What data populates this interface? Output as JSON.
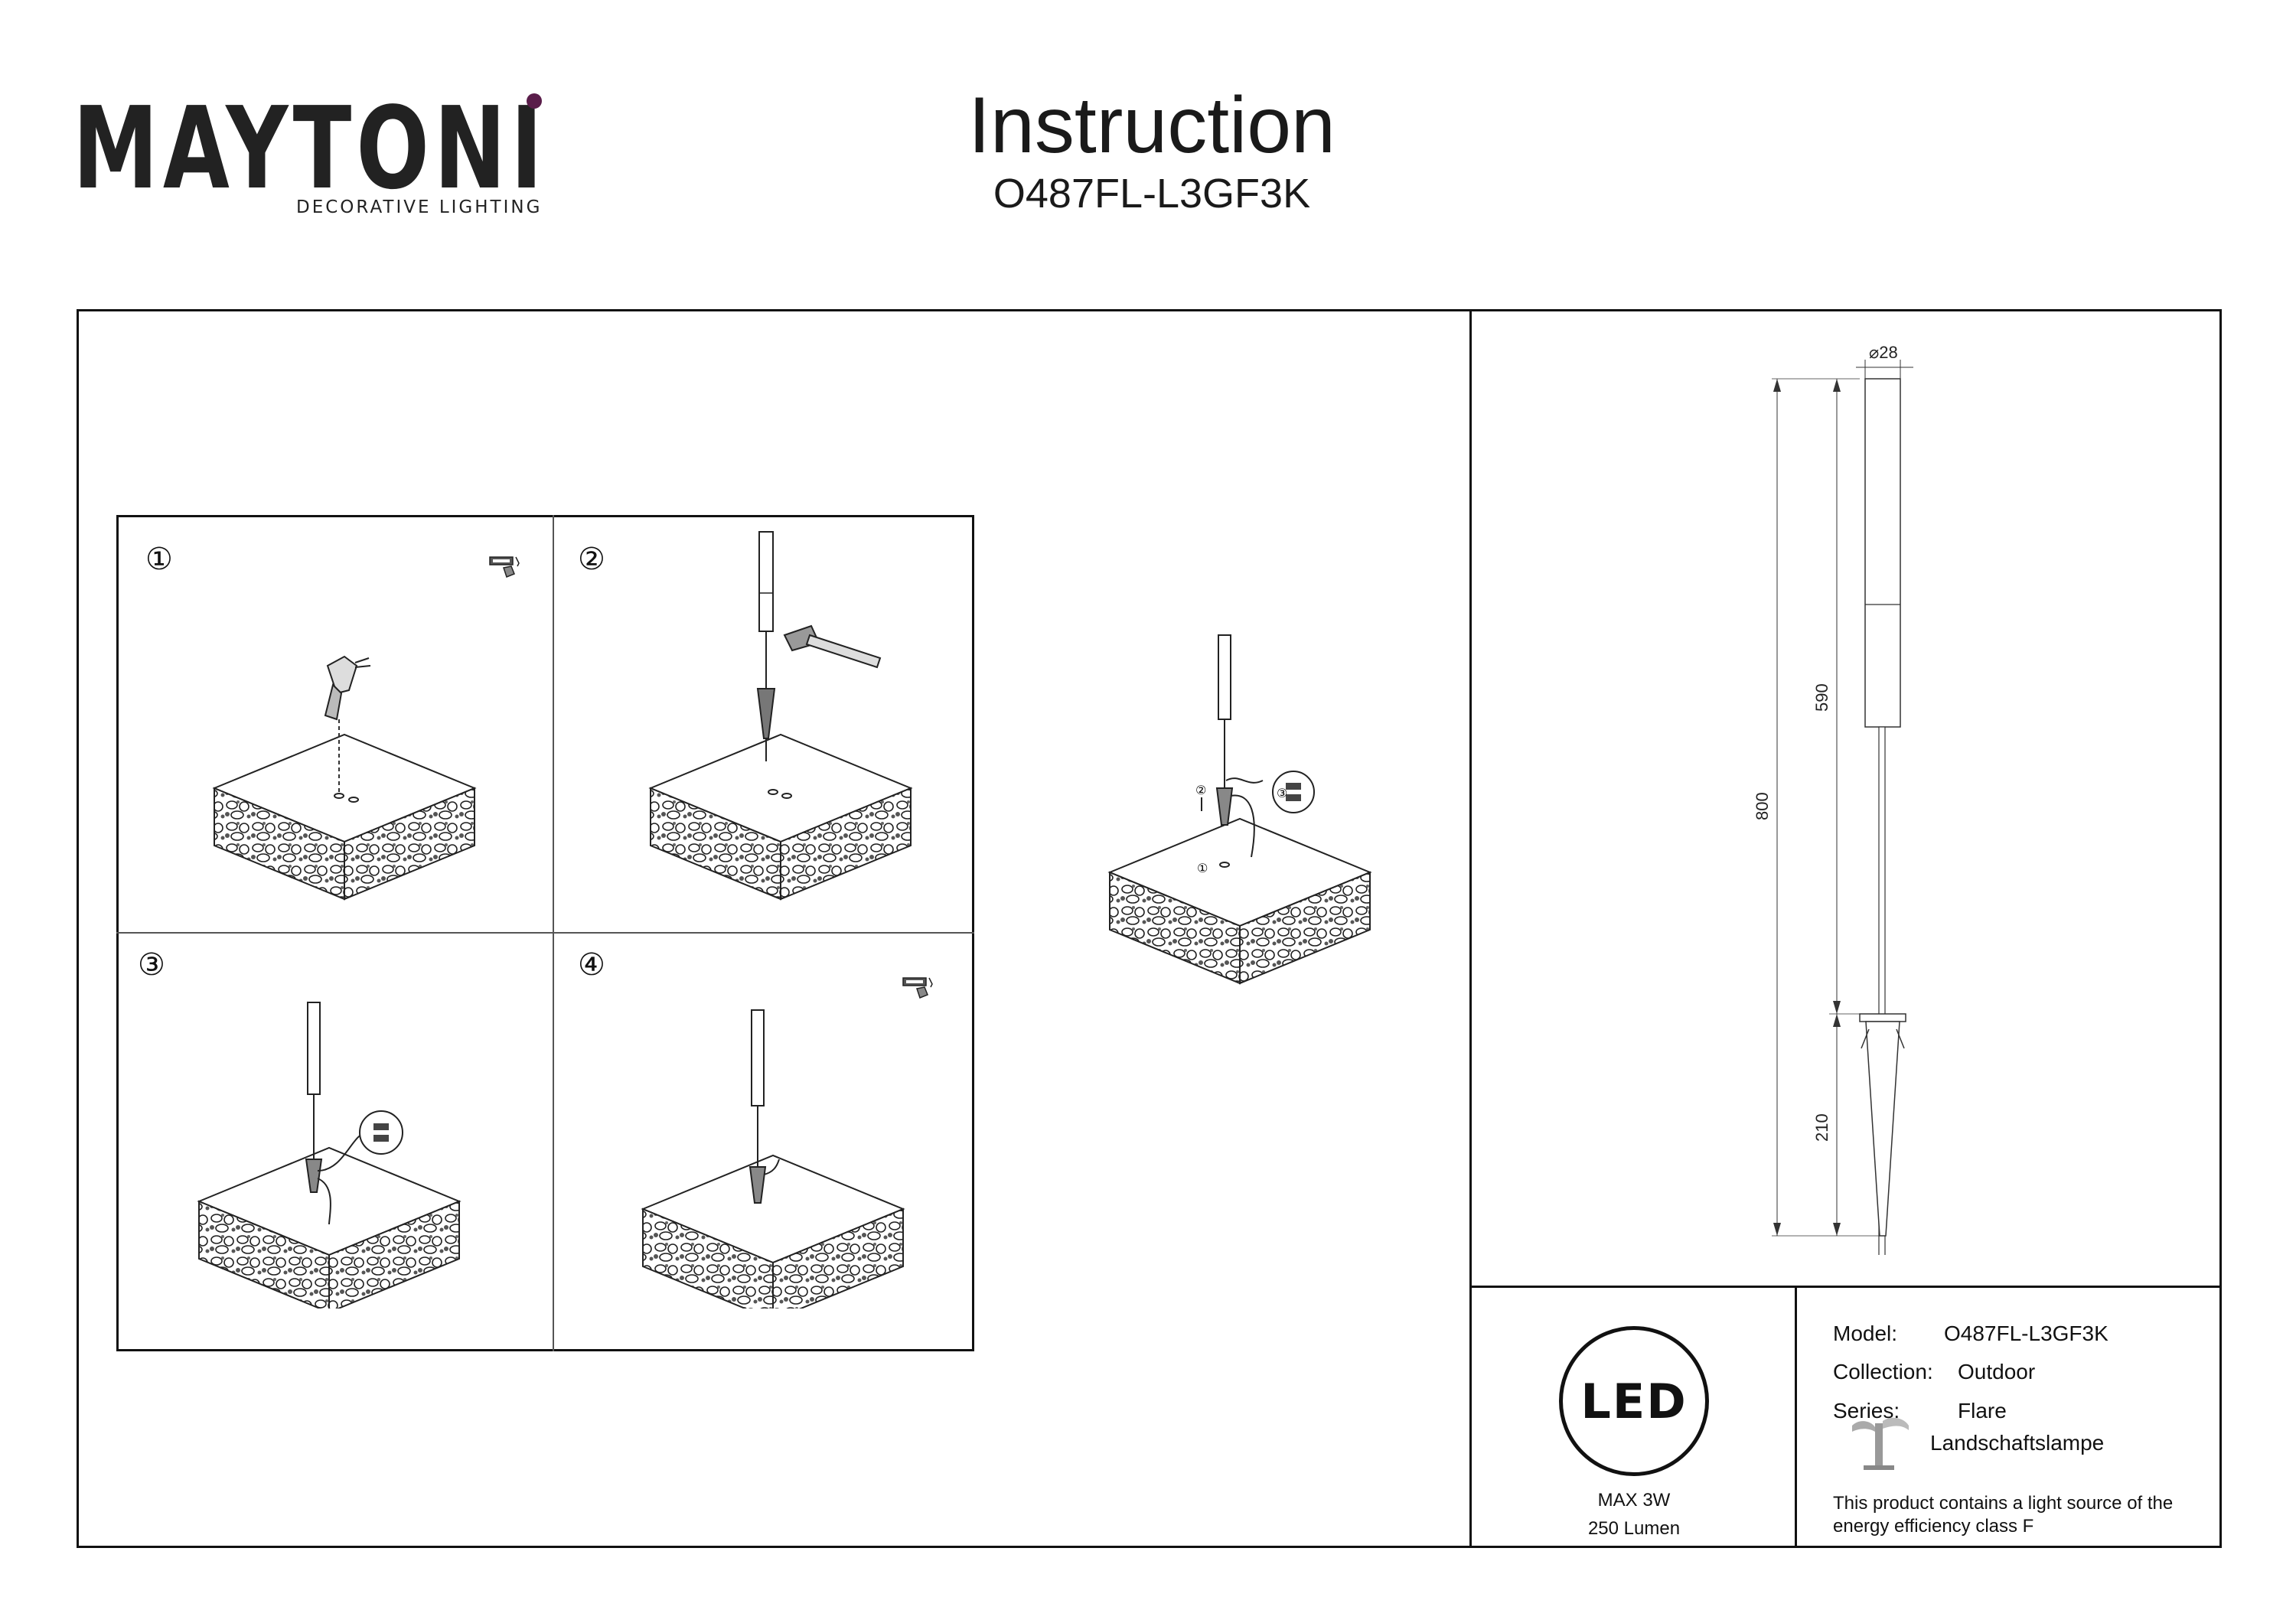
{
  "brand": {
    "name": "MAYTONI",
    "tagline": "DECORATIVE LIGHTING",
    "accent_color": "#5a1d4a"
  },
  "header": {
    "title": "Instruction",
    "model": "O487FL-L3GF3K"
  },
  "steps": [
    {
      "number": "①",
      "tool_icon": "drill-icon"
    },
    {
      "number": "②",
      "tool_icon": "hammer-icon"
    },
    {
      "number": "③",
      "tool_icon": "connector-icon"
    },
    {
      "number": "④",
      "tool_icon": "drill-icon"
    }
  ],
  "overview_callouts": [
    "①",
    "②",
    "③"
  ],
  "dimensions": {
    "diameter": "⌀28",
    "total_height": "800",
    "upper_height": "590",
    "spike_height": "210"
  },
  "specs": {
    "led_label": "LED",
    "power": "MAX 3W",
    "lumen": "250 Lumen"
  },
  "info": {
    "model_label": "Model:",
    "model_value": "O487FL-L3GF3K",
    "collection_label": "Collection:",
    "collection_value": "Outdoor",
    "series_label": "Series:",
    "series_value": "Flare",
    "type_value": "Landschaftslampe",
    "energy_note_line1": "This product contains a light source of the",
    "energy_note_line2": "energy efficiency class F"
  }
}
